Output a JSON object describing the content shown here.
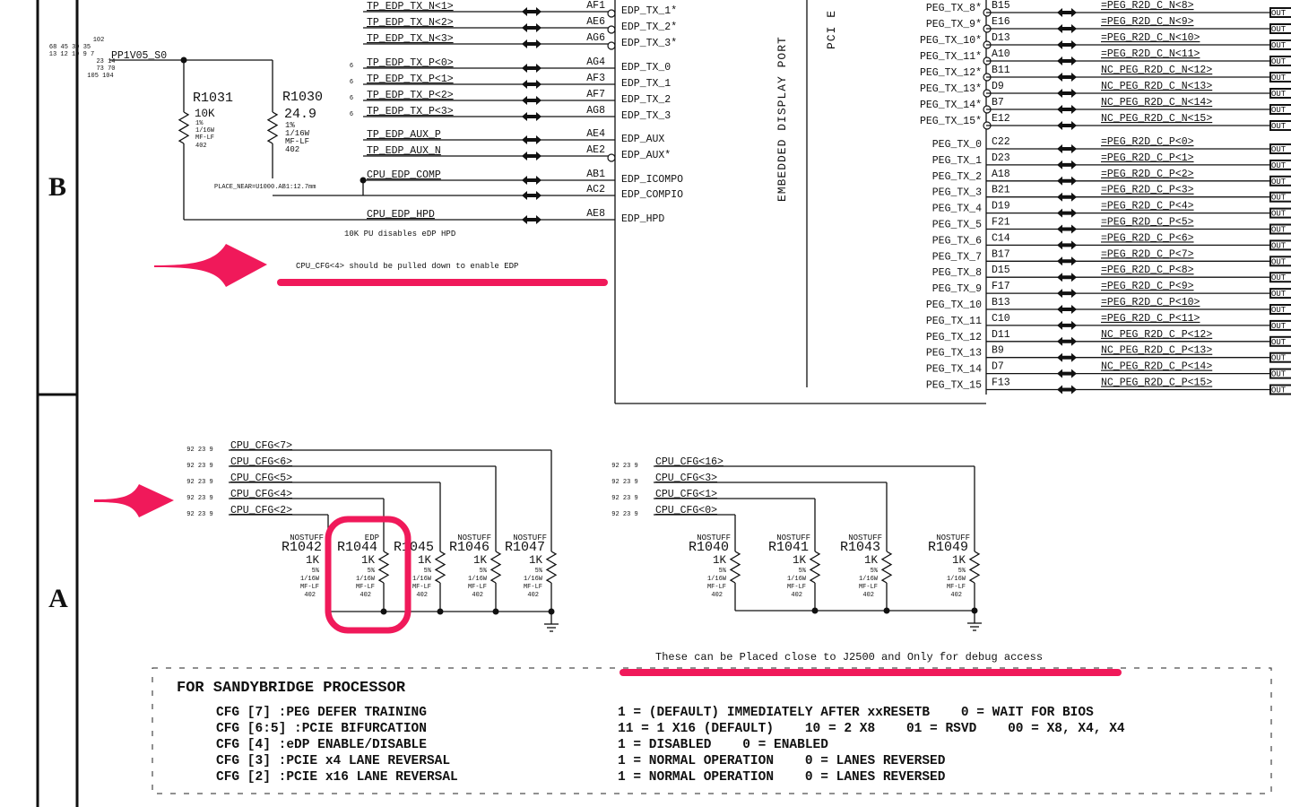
{
  "zones": [
    "B",
    "A"
  ],
  "power": {
    "net": "PP1V05_S0",
    "refs": [
      "102",
      "68 45 39 35",
      "13 12 10 9 7",
      "23 14",
      "73 70",
      "105 104"
    ]
  },
  "top_resistors": [
    {
      "ref": "R1031",
      "value": "10K",
      "tol": "1%",
      "power": "1/16W",
      "type": "MF-LF",
      "size": "402"
    },
    {
      "ref": "R1030",
      "value": "24.9",
      "tol": "1%",
      "power": "1/16W",
      "type": "MF-LF",
      "size": "402"
    }
  ],
  "place_near": "PLACE_NEAR=U1000.AB1:12.7mm",
  "edp_rows": [
    {
      "net": "TP_EDP_TX_N<1>",
      "ref": "",
      "ball": "AF1",
      "sig": "EDP_TX_1*",
      "inv": true
    },
    {
      "net": "TP_EDP_TX_N<2>",
      "ref": "",
      "ball": "AE6",
      "sig": "EDP_TX_2*",
      "inv": true
    },
    {
      "net": "TP_EDP_TX_N<3>",
      "ref": "",
      "ball": "AG6",
      "sig": "EDP_TX_3*",
      "inv": true
    },
    {
      "net": "TP_EDP_TX_P<0>",
      "ref": "6",
      "ball": "AG4",
      "sig": "EDP_TX_0",
      "inv": false
    },
    {
      "net": "TP_EDP_TX_P<1>",
      "ref": "6",
      "ball": "AF3",
      "sig": "EDP_TX_1",
      "inv": false
    },
    {
      "net": "TP_EDP_TX_P<2>",
      "ref": "6",
      "ball": "AF7",
      "sig": "EDP_TX_2",
      "inv": false
    },
    {
      "net": "TP_EDP_TX_P<3>",
      "ref": "6",
      "ball": "AG8",
      "sig": "EDP_TX_3",
      "inv": false
    },
    {
      "net": "TP_EDP_AUX_P",
      "ref": "",
      "ball": "AE4",
      "sig": "EDP_AUX",
      "inv": false
    },
    {
      "net": "TP_EDP_AUX_N",
      "ref": "",
      "ball": "AE2",
      "sig": "EDP_AUX*",
      "inv": true
    },
    {
      "net": "CPU_EDP_COMP",
      "ref": "",
      "ball": "AB1",
      "sig": "EDP_ICOMPO",
      "inv": false
    },
    {
      "net": "",
      "ref": "",
      "ball": "AC2",
      "sig": "EDP_COMPIO",
      "inv": false
    },
    {
      "net": "CPU_EDP_HPD",
      "ref": "",
      "ball": "AE8",
      "sig": "EDP_HPD",
      "inv": false
    }
  ],
  "hpd_note": "10K PU disables eDP HPD",
  "block_titles": [
    "EMBEDDED DISPLAY PORT",
    "PCI E"
  ],
  "annotation_note": "CPU_CFG<4> should be pulled down to enable EDP",
  "peg_rows": [
    {
      "sig": "PEG_TX_8*",
      "ball": "B15",
      "net": "=PEG_R2D_C_N<8>",
      "inv": true
    },
    {
      "sig": "PEG_TX_9*",
      "ball": "E16",
      "net": "=PEG_R2D_C_N<9>",
      "inv": true
    },
    {
      "sig": "PEG_TX_10*",
      "ball": "D13",
      "net": "=PEG_R2D_C_N<10>",
      "inv": true
    },
    {
      "sig": "PEG_TX_11*",
      "ball": "A10",
      "net": "=PEG_R2D_C_N<11>",
      "inv": true
    },
    {
      "sig": "PEG_TX_12*",
      "ball": "B11",
      "net": "NC_PEG_R2D_C_N<12>",
      "inv": true
    },
    {
      "sig": "PEG_TX_13*",
      "ball": "D9",
      "net": "NC_PEG_R2D_C_N<13>",
      "inv": true
    },
    {
      "sig": "PEG_TX_14*",
      "ball": "B7",
      "net": "NC_PEG_R2D_C_N<14>",
      "inv": true
    },
    {
      "sig": "PEG_TX_15*",
      "ball": "E12",
      "net": "NC_PEG_R2D_C_N<15>",
      "inv": true
    },
    {
      "sig": "PEG_TX_0",
      "ball": "C22",
      "net": "=PEG_R2D_C_P<0>",
      "inv": false
    },
    {
      "sig": "PEG_TX_1",
      "ball": "D23",
      "net": "=PEG_R2D_C_P<1>",
      "inv": false
    },
    {
      "sig": "PEG_TX_2",
      "ball": "A18",
      "net": "=PEG_R2D_C_P<2>",
      "inv": false
    },
    {
      "sig": "PEG_TX_3",
      "ball": "B21",
      "net": "=PEG_R2D_C_P<3>",
      "inv": false
    },
    {
      "sig": "PEG_TX_4",
      "ball": "D19",
      "net": "=PEG_R2D_C_P<4>",
      "inv": false
    },
    {
      "sig": "PEG_TX_5",
      "ball": "F21",
      "net": "=PEG_R2D_C_P<5>",
      "inv": false
    },
    {
      "sig": "PEG_TX_6",
      "ball": "C14",
      "net": "=PEG_R2D_C_P<6>",
      "inv": false
    },
    {
      "sig": "PEG_TX_7",
      "ball": "B17",
      "net": "=PEG_R2D_C_P<7>",
      "inv": false
    },
    {
      "sig": "PEG_TX_8",
      "ball": "D15",
      "net": "=PEG_R2D_C_P<8>",
      "inv": false
    },
    {
      "sig": "PEG_TX_9",
      "ball": "F17",
      "net": "=PEG_R2D_C_P<9>",
      "inv": false
    },
    {
      "sig": "PEG_TX_10",
      "ball": "B13",
      "net": "=PEG_R2D_C_P<10>",
      "inv": false
    },
    {
      "sig": "PEG_TX_11",
      "ball": "C10",
      "net": "=PEG_R2D_C_P<11>",
      "inv": false
    },
    {
      "sig": "PEG_TX_12",
      "ball": "D11",
      "net": "NC_PEG_R2D_C_P<12>",
      "inv": false
    },
    {
      "sig": "PEG_TX_13",
      "ball": "B9",
      "net": "NC_PEG_R2D_C_P<13>",
      "inv": false
    },
    {
      "sig": "PEG_TX_14",
      "ball": "D7",
      "net": "NC_PEG_R2D_C_P<14>",
      "inv": false
    },
    {
      "sig": "PEG_TX_15",
      "ball": "F13",
      "net": "NC_PEG_R2D_C_P<15>",
      "inv": false
    }
  ],
  "out_label": "OUT",
  "cfg_ref": "92 23 9",
  "cfg_left": {
    "nets": [
      "CPU_CFG<7>",
      "CPU_CFG<6>",
      "CPU_CFG<5>",
      "CPU_CFG<4>",
      "CPU_CFG<2>"
    ],
    "resistors": [
      {
        "opt": "NOSTUFF",
        "ref": "R1042",
        "net": 4
      },
      {
        "opt": "EDP",
        "ref": "R1044",
        "net": 3
      },
      {
        "opt": "",
        "ref": "R1045",
        "net": 2
      },
      {
        "opt": "NOSTUFF",
        "ref": "R1046",
        "net": 1
      },
      {
        "opt": "NOSTUFF",
        "ref": "R1047",
        "net": 0
      }
    ]
  },
  "cfg_right": {
    "nets": [
      "CPU_CFG<16>",
      "CPU_CFG<3>",
      "CPU_CFG<1>",
      "CPU_CFG<0>"
    ],
    "resistors": [
      {
        "opt": "NOSTUFF",
        "ref": "R1040",
        "net": 3
      },
      {
        "opt": "NOSTUFF",
        "ref": "R1041",
        "net": 2
      },
      {
        "opt": "NOSTUFF",
        "ref": "R1043",
        "net": 1
      },
      {
        "opt": "NOSTUFF",
        "ref": "R1049",
        "net": 0
      }
    ]
  },
  "cfg_res_spec": {
    "value": "1K",
    "tol": "5%",
    "power": "1/16W",
    "type": "MF-LF",
    "size": "402"
  },
  "debug_note": "These can be Placed close to J2500 and Only for debug access",
  "table": {
    "title": "FOR SANDYBRIDGE PROCESSOR",
    "rows": [
      {
        "cfg": "CFG [7] :PEG DEFER TRAINING",
        "desc": "1 = (DEFAULT) IMMEDIATELY AFTER xxRESETB    0 = WAIT FOR BIOS"
      },
      {
        "cfg": "CFG [6:5] :PCIE BIFURCATION",
        "desc": "11 = 1 X16 (DEFAULT)    10 = 2 X8    01 = RSVD    00 = X8, X4, X4"
      },
      {
        "cfg": "CFG [4] :eDP ENABLE/DISABLE",
        "desc": "1 = DISABLED    0 = ENABLED"
      },
      {
        "cfg": "CFG [3] :PCIE x4 LANE REVERSAL",
        "desc": "1 = NORMAL OPERATION    0 = LANES REVERSED"
      },
      {
        "cfg": "CFG [2] :PCIE x16 LANE REVERSAL",
        "desc": "1 = NORMAL OPERATION    0 = LANES REVERSED"
      }
    ]
  },
  "colors": {
    "ink": "#111111",
    "highlight": "#f0195a"
  }
}
